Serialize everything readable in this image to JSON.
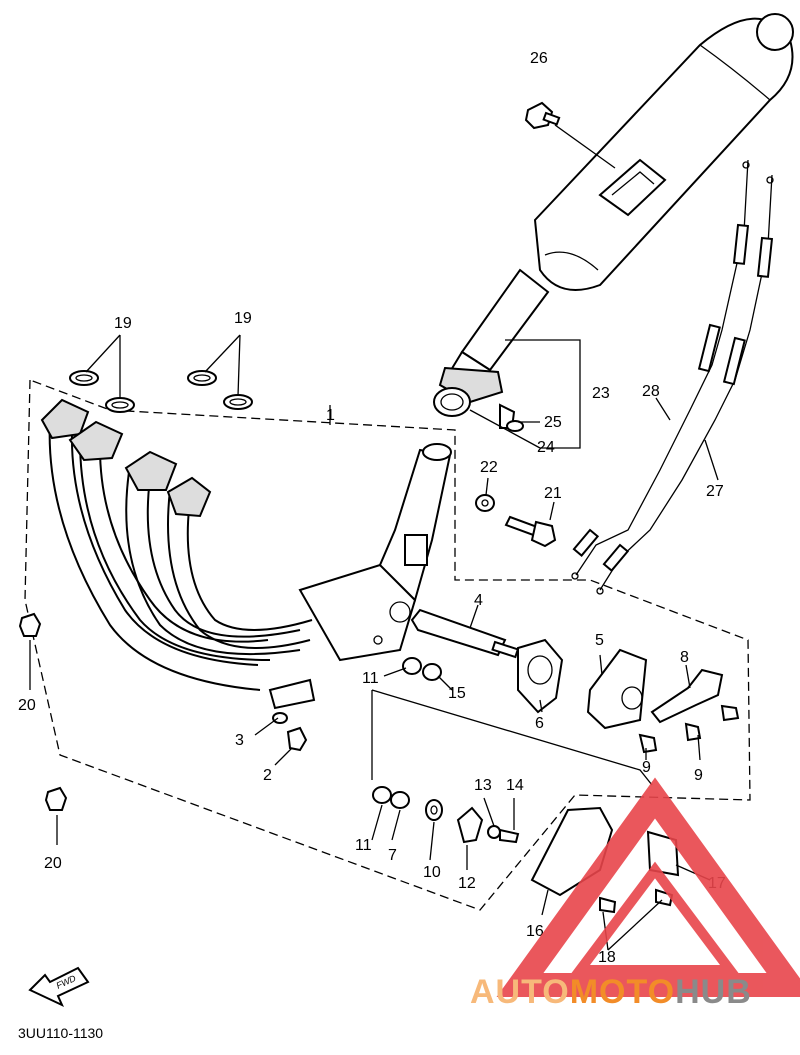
{
  "diagram": {
    "callouts": [
      "1",
      "2",
      "3",
      "4",
      "5",
      "6",
      "7",
      "8",
      "9",
      "9",
      "10",
      "11",
      "11",
      "12",
      "13",
      "14",
      "15",
      "16",
      "17",
      "18",
      "19",
      "19",
      "20",
      "20",
      "21",
      "22",
      "23",
      "24",
      "25",
      "26",
      "27",
      "28"
    ],
    "fwd_label": "FWD",
    "diagram_code": "3UU110-1130"
  },
  "watermark": {
    "part1": "AUTO",
    "part2": "MOTO",
    "part3": "HUB",
    "color_light": "#f7b97a",
    "color_orange": "#f28c28",
    "color_gray": "#8a8a8a",
    "triangle_color": "#e8454b"
  }
}
